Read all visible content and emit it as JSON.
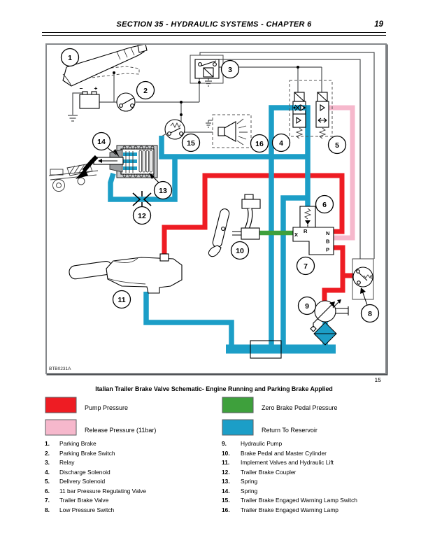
{
  "header": {
    "title": "SECTION 35 - HYDRAULIC SYSTEMS - CHAPTER 6",
    "page_number": "19"
  },
  "figure": {
    "code": "BTB0231A",
    "figure_number": "15",
    "caption": "Italian Trailer Brake Valve Schematic- Engine Running and Parking Brake Applied"
  },
  "legend": {
    "items": [
      {
        "label": "Pump Pressure",
        "color": "#ee1c23"
      },
      {
        "label": "Zero Brake Pedal Pressure",
        "color": "#3ea03c"
      },
      {
        "label": "Release Pressure (11bar)",
        "color": "#f6b8cc"
      },
      {
        "label": "Return To Reservoir",
        "color": "#1c9ec7"
      }
    ]
  },
  "parts": {
    "left": [
      {
        "num": "1.",
        "label": "Parking Brake"
      },
      {
        "num": "2.",
        "label": "Parking Brake Switch"
      },
      {
        "num": "3.",
        "label": "Relay"
      },
      {
        "num": "4.",
        "label": "Discharge Solenoid"
      },
      {
        "num": "5.",
        "label": "Delivery Solenoid"
      },
      {
        "num": "6.",
        "label": "11 bar Pressure Regulating Valve"
      },
      {
        "num": "7.",
        "label": "Trailer Brake Valve"
      },
      {
        "num": "8.",
        "label": "Low Pressure Switch"
      }
    ],
    "right": [
      {
        "num": "9.",
        "label": "Hydraulic Pump"
      },
      {
        "num": "10.",
        "label": "Brake Pedal and Master Cylinder"
      },
      {
        "num": "11.",
        "label": "Implement Valves and Hydraulic Lift"
      },
      {
        "num": "12.",
        "label": "Trailer Brake Coupler"
      },
      {
        "num": "13.",
        "label": "Spring"
      },
      {
        "num": "14.",
        "label": "Spring"
      },
      {
        "num": "15.",
        "label": "Trailer Brake Engaged Warning Lamp Switch"
      },
      {
        "num": "16.",
        "label": "Trailer Brake Engaged Warning Lamp"
      }
    ]
  },
  "schematic": {
    "callouts": [
      "1",
      "2",
      "3",
      "4",
      "5",
      "6",
      "7",
      "8",
      "9",
      "10",
      "11",
      "12",
      "13",
      "14",
      "15",
      "16"
    ],
    "ports": [
      "X",
      "R",
      "N",
      "B",
      "P"
    ],
    "battery_minus": "–",
    "battery_plus": "+"
  }
}
